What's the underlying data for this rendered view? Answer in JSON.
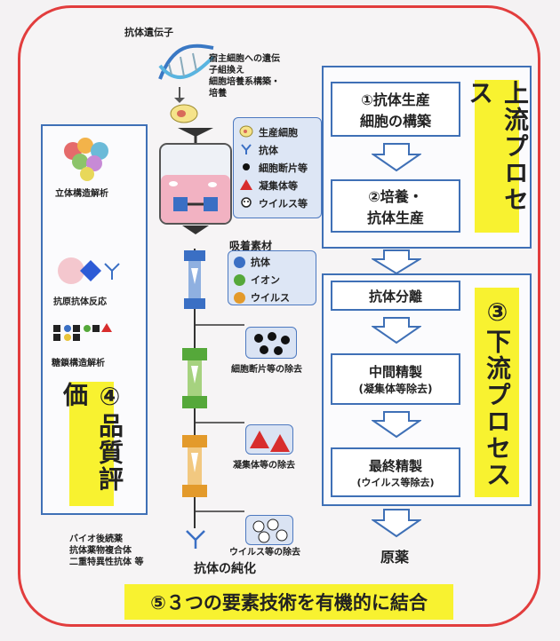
{
  "top": {
    "gene_label": "抗体遺伝子",
    "steps_line1": "宿主細胞への遺伝",
    "steps_line2": "子組換え",
    "steps_line3": "細胞培養系構築・",
    "steps_line4": "培養"
  },
  "legend1": {
    "items": [
      {
        "icon": "producer-cell-icon",
        "label": "生産細胞"
      },
      {
        "icon": "antibody-icon",
        "label": "抗体"
      },
      {
        "icon": "black-dot-icon",
        "label": "細胞断片等"
      },
      {
        "icon": "red-triangle-icon",
        "label": "凝集体等"
      },
      {
        "icon": "virus-icon",
        "label": "ウイルス等"
      }
    ]
  },
  "legend2": {
    "title": "吸着素材",
    "items": [
      {
        "label": "抗体",
        "color": "#3a6fc4"
      },
      {
        "label": "イオン",
        "color": "#55a83a"
      },
      {
        "label": "ウイルス",
        "color": "#e39a2b"
      }
    ]
  },
  "removals": {
    "cell_fragments": "細胞断片等の除去",
    "aggregates": "凝集体等の除去",
    "viruses": "ウイルス等の除去"
  },
  "left": {
    "structure": "立体構造解析",
    "antigen": "抗原抗体反応",
    "sugar": "糖鎖構造解析",
    "quality": "④品質評価",
    "products_line1": "バイオ後続薬",
    "products_line2": "抗体薬物複合体",
    "products_line3": "二重特異性抗体 等"
  },
  "purification": "抗体の純化",
  "upstream": {
    "title": "上流プロセス",
    "step1_line1": "①抗体生産",
    "step1_line2": "細胞の構築",
    "step2_line1": "②培養・",
    "step2_line2": "抗体生産"
  },
  "downstream": {
    "title": "③下流プロセス",
    "step1": "抗体分離",
    "step2_line1": "中間精製",
    "step2_line2": "(凝集体等除去)",
    "step3_line1": "最終精製",
    "step3_line2": "(ウイルス等除去)"
  },
  "final_product": "原薬",
  "bottom_banner": "⑤３つの要素技術を有機的に結合",
  "colors": {
    "frame": "#e23d3d",
    "panel": "#3f70b6",
    "banner": "#f8f230"
  }
}
